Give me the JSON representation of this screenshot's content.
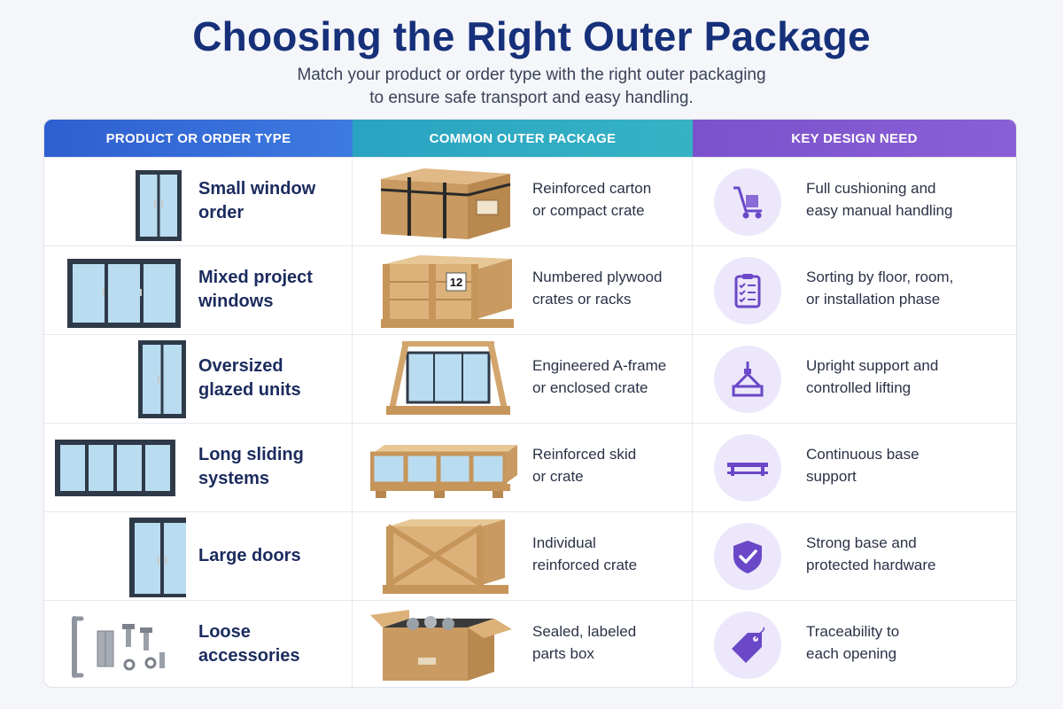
{
  "header": {
    "title": "Choosing the Right Outer Package",
    "subtitle_line1": "Match your product or order type with the right outer packaging",
    "subtitle_line2": "to ensure safe transport and easy handling."
  },
  "columns": [
    "PRODUCT OR ORDER TYPE",
    "COMMON OUTER PACKAGE",
    "KEY DESIGN NEED"
  ],
  "rows": [
    {
      "product": [
        "Small window",
        "order"
      ],
      "package": [
        "Reinforced carton",
        "or compact crate"
      ],
      "need": [
        "Full cushioning and",
        "easy manual handling"
      ],
      "product_icon": "single-window-icon",
      "package_icon": "carton-box-icon",
      "need_icon": "hand-truck-icon"
    },
    {
      "product": [
        "Mixed project",
        "windows"
      ],
      "package": [
        "Numbered plywood",
        "crates or racks"
      ],
      "need": [
        "Sorting by floor, room,",
        "or installation phase"
      ],
      "crate_number": "12",
      "product_icon": "triple-window-icon",
      "package_icon": "numbered-crate-icon",
      "need_icon": "checklist-icon"
    },
    {
      "product": [
        "Oversized",
        "glazed units"
      ],
      "package": [
        "Engineered A-frame",
        "or enclosed crate"
      ],
      "need": [
        "Upright support and",
        "controlled lifting"
      ],
      "product_icon": "tall-window-icon",
      "package_icon": "a-frame-icon",
      "need_icon": "lifting-hook-icon"
    },
    {
      "product": [
        "Long sliding",
        "systems"
      ],
      "package": [
        "Reinforced skid",
        "or crate"
      ],
      "need": [
        "Continuous base",
        "support"
      ],
      "product_icon": "sliding-system-icon",
      "package_icon": "long-skid-crate-icon",
      "need_icon": "base-platform-icon"
    },
    {
      "product": [
        "Large doors"
      ],
      "package": [
        "Individual",
        "reinforced crate"
      ],
      "need": [
        "Strong base and",
        "protected hardware"
      ],
      "product_icon": "double-door-icon",
      "package_icon": "door-crate-icon",
      "need_icon": "shield-check-icon"
    },
    {
      "product": [
        "Loose",
        "accessories"
      ],
      "package": [
        "Sealed, labeled",
        "parts box"
      ],
      "need": [
        "Traceability to",
        "each opening"
      ],
      "product_icon": "hardware-parts-icon",
      "package_icon": "open-parts-box-icon",
      "need_icon": "tag-icon"
    }
  ],
  "colors": {
    "title": "#16307a",
    "header_col1": "#2f5fd0",
    "header_col2": "#2aa3c2",
    "header_col3": "#7b52cc",
    "icon_purple": "#6a48c8",
    "icon_circle": "#ece7fa",
    "wood": "#d9b07a",
    "frame": "#2f3a48",
    "glass": "#b9dcf0"
  }
}
